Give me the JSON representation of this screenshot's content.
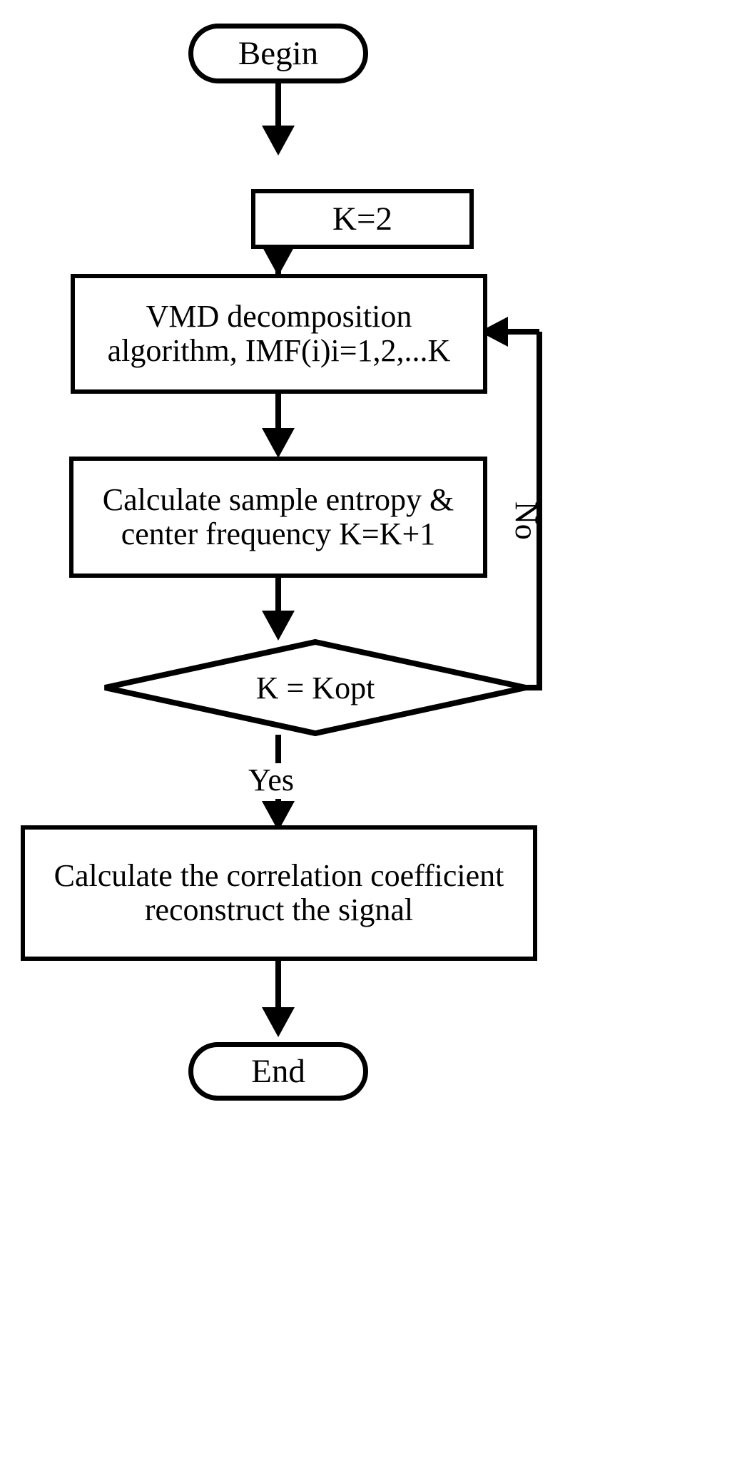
{
  "diagram": {
    "title": "VMD decomposition flowchart",
    "background_color": "#ffffff",
    "stroke_color": "#000000"
  },
  "nodes": {
    "begin": {
      "label": "Begin",
      "shape": "terminator"
    },
    "init": {
      "label": "K=2",
      "shape": "process"
    },
    "vmd": {
      "label": "VMD decomposition\nalgorithm, IMF(i)i=1,2,...K",
      "shape": "process"
    },
    "entropy": {
      "label": "Calculate sample entropy &\ncenter frequency K=K+1",
      "shape": "process"
    },
    "decision": {
      "label": "K = Kopt",
      "shape": "decision"
    },
    "reconstruct": {
      "label": "Calculate the correlation coefficient\nreconstruct the signal",
      "shape": "process"
    },
    "end": {
      "label": "End",
      "shape": "terminator"
    }
  },
  "edges": {
    "begin_to_init": {
      "label": ""
    },
    "init_to_vmd": {
      "label": ""
    },
    "vmd_to_entropy": {
      "label": ""
    },
    "entropy_to_decision": {
      "label": ""
    },
    "decision_no": {
      "label": "No"
    },
    "decision_yes": {
      "label": "Yes"
    },
    "reconstruct_to_end": {
      "label": ""
    }
  }
}
